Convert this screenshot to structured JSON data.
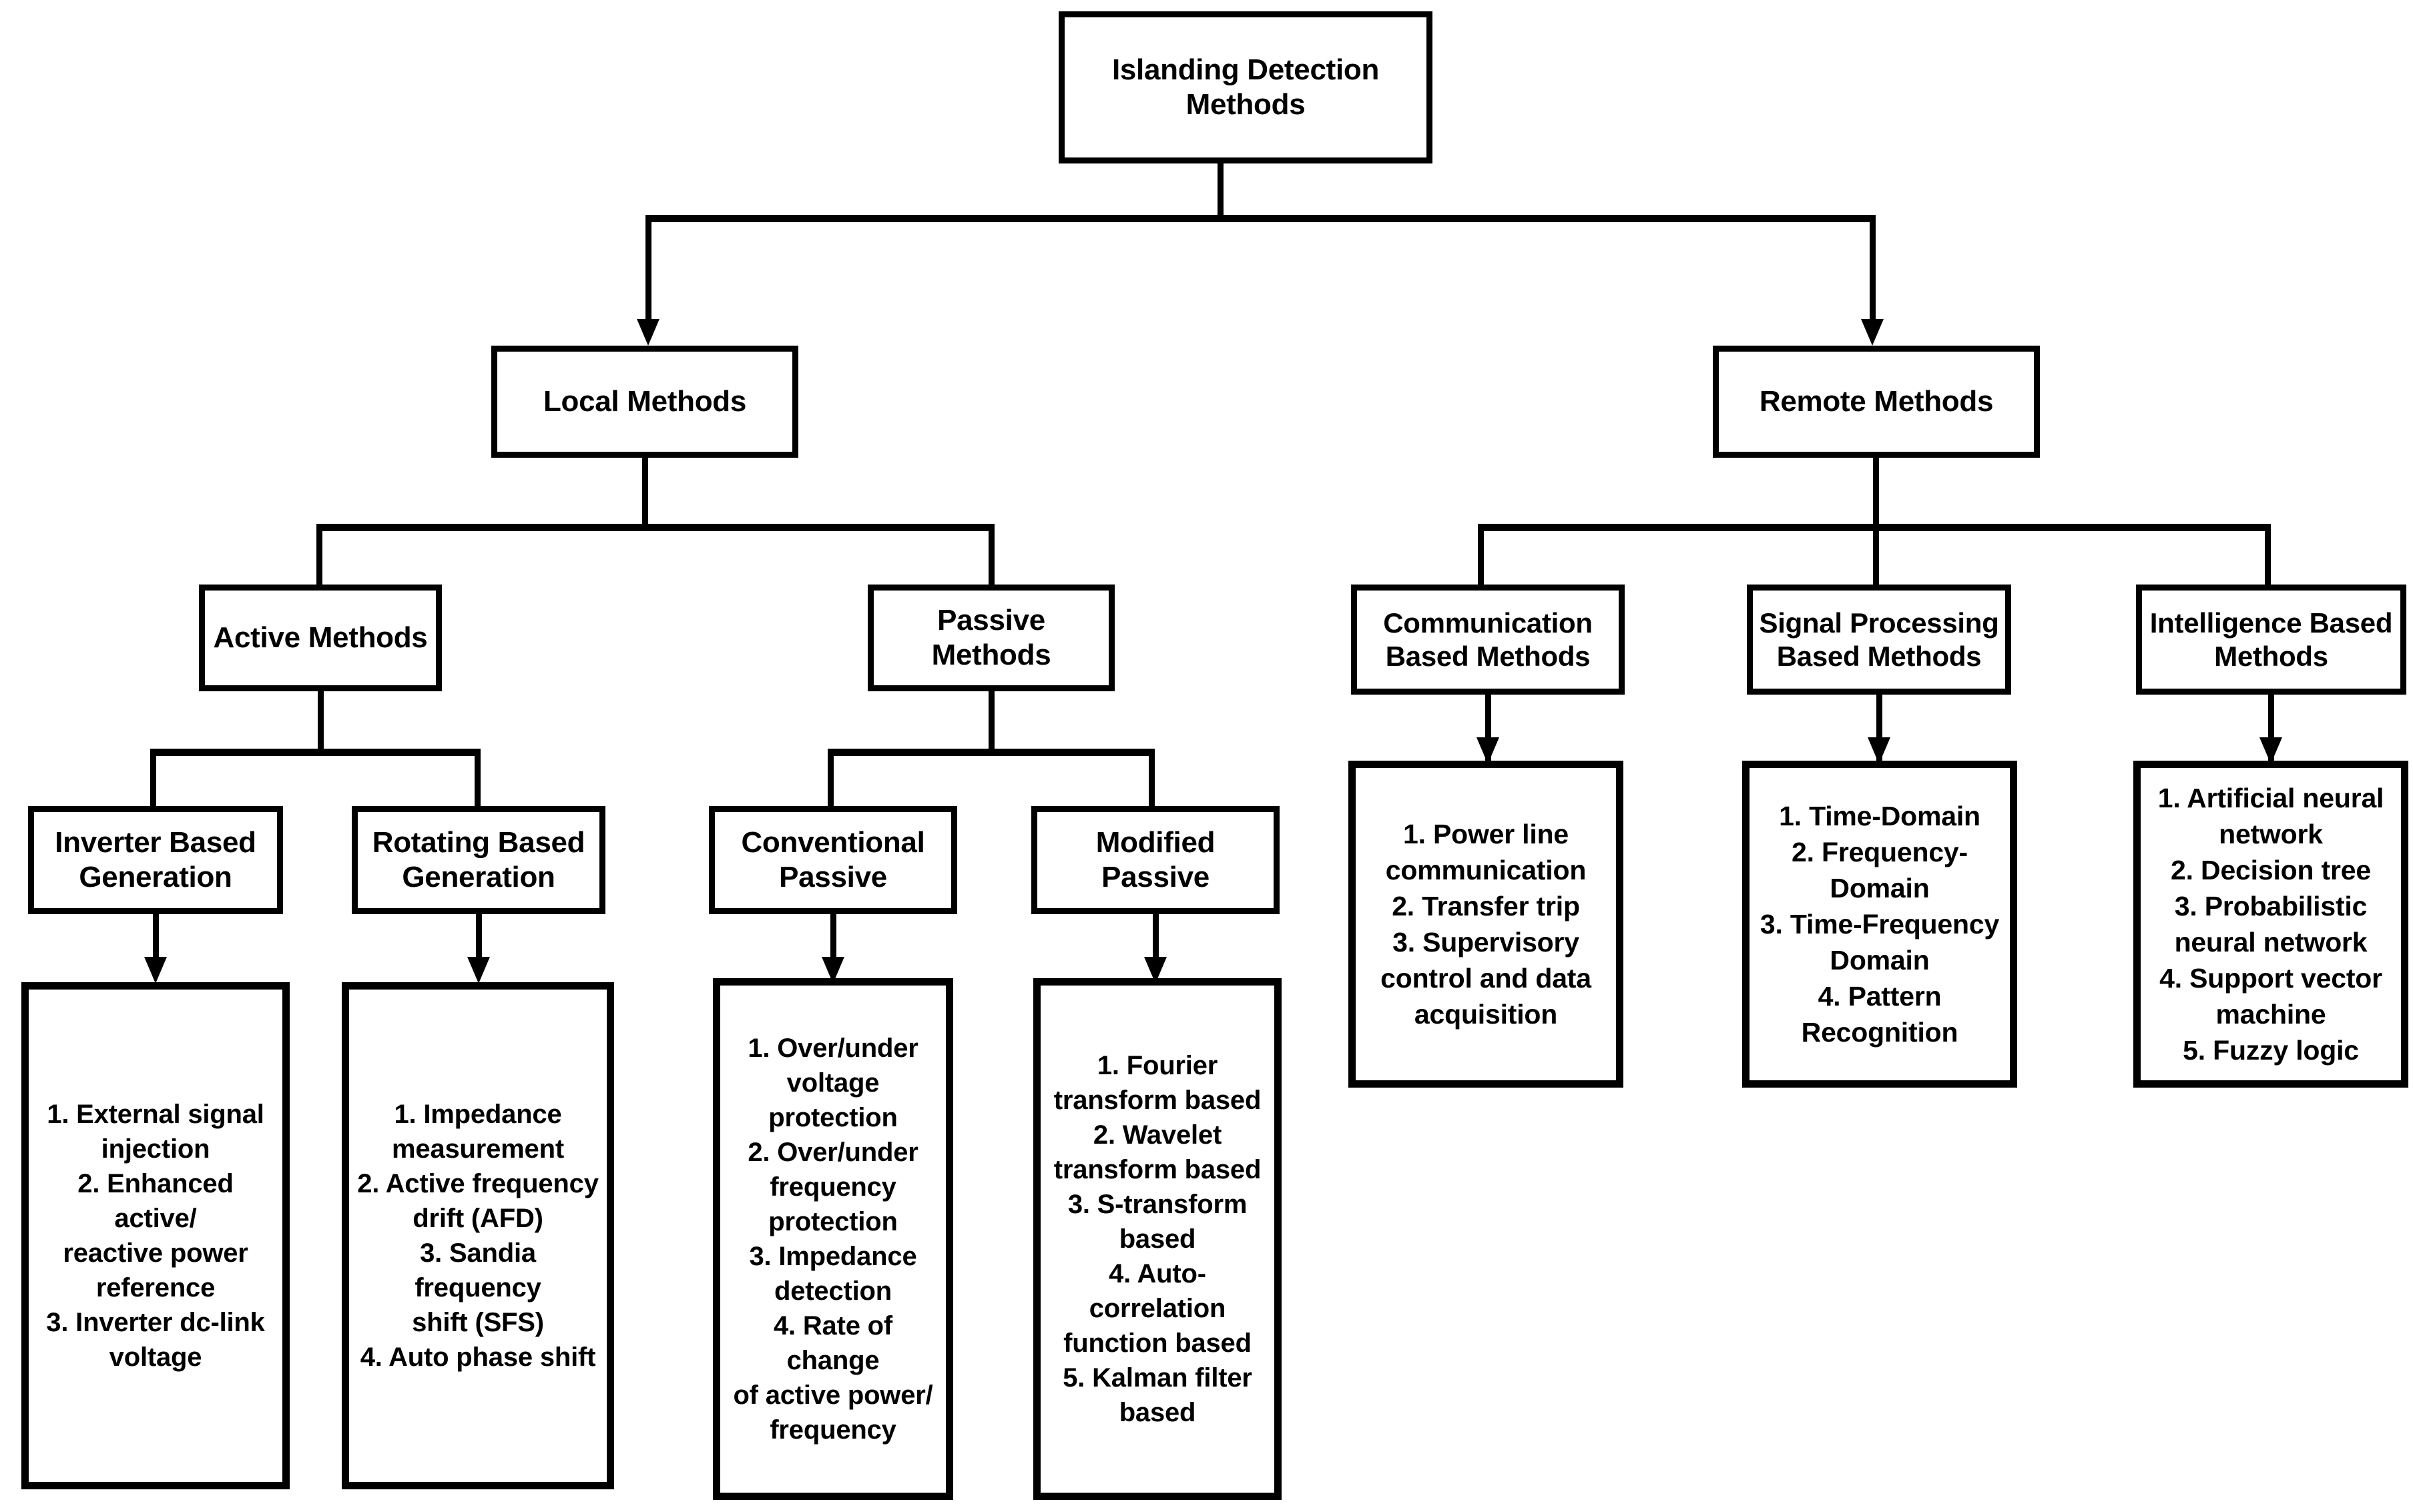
{
  "diagram": {
    "title": "Islanding Detection Methods",
    "type": "hierarchy-tree"
  },
  "nodes": {
    "root": {
      "label": "Islanding Detection\nMethods"
    },
    "local": {
      "label": "Local Methods"
    },
    "remote": {
      "label": "Remote Methods"
    },
    "active": {
      "label": "Active Methods"
    },
    "passive": {
      "label": "Passive Methods"
    },
    "communication": {
      "label": "Communication\nBased Methods"
    },
    "signal_processing": {
      "label": "Signal Processing\nBased Methods"
    },
    "intelligence": {
      "label": "Intelligence Based\nMethods"
    },
    "inverter_based": {
      "label": "Inverter Based\nGeneration"
    },
    "rotating_based": {
      "label": "Rotating Based\nGeneration"
    },
    "conventional_passive": {
      "label": "Conventional\nPassive"
    },
    "modified_passive": {
      "label": "Modified Passive"
    },
    "inverter_list": {
      "label": "1. External signal\ninjection\n2. Enhanced active/\nreactive power\nreference\n3. Inverter dc-link\nvoltage"
    },
    "rotating_list": {
      "label": "1. Impedance\nmeasurement\n2. Active frequency\ndrift (AFD)\n3. Sandia frequency\nshift (SFS)\n4. Auto phase shift"
    },
    "conventional_list": {
      "label": "1. Over/under\nvoltage\nprotection\n2. Over/under\nfrequency\nprotection\n3. Impedance\ndetection\n4. Rate of change\nof active power/\nfrequency"
    },
    "modified_list": {
      "label": "1. Fourier\ntransform based\n2. Wavelet\ntransform based\n3. S-transform\nbased\n4. Auto-\ncorrelation\nfunction based\n5. Kalman filter\nbased"
    },
    "communication_list": {
      "label": "1. Power line\ncommunication\n2. Transfer trip\n3. Supervisory\ncontrol and data\nacquisition"
    },
    "signal_list": {
      "label": "1. Time-Domain\n2. Frequency-\nDomain\n3. Time-Frequency\nDomain\n4. Pattern\nRecognition"
    },
    "intelligence_list": {
      "label": "1. Artificial neural\nnetwork\n2. Decision tree\n3. Probabilistic\nneural network\n4. Support vector\nmachine\n5. Fuzzy logic"
    }
  },
  "colors": {
    "stroke": "#000000",
    "fill": "#ffffff",
    "text": "#000000"
  }
}
